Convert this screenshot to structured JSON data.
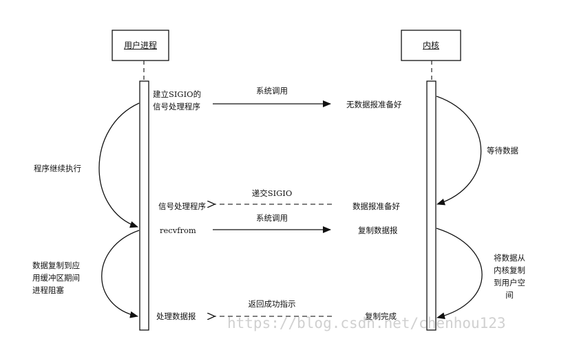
{
  "actors": {
    "user": {
      "title": "用户进程"
    },
    "kernel": {
      "title": "内核"
    }
  },
  "labels": {
    "user_setup": "建立SIGIO的",
    "user_setup_2": "信号处理程序",
    "msg1": "系统调用",
    "kernel_no_data": "无数据报准备好",
    "kernel_wait": "等待数据",
    "user_continue": "程序继续执行",
    "msg2": "递交SIGIO",
    "user_handler": "信号处理程序",
    "kernel_ready": "数据报准备好",
    "msg3": "系统调用",
    "user_recvfrom": "recvfrom",
    "kernel_copy": "复制数据报",
    "user_block_1": "数据复制到应",
    "user_block_2": "用缓冲区期间",
    "user_block_3": "进程阻塞",
    "kernel_copy_1": "将数据从",
    "kernel_copy_2": "内核复制",
    "kernel_copy_3": "到用户空",
    "kernel_copy_4": "间",
    "msg4": "返回成功指示",
    "user_process": "处理数据报",
    "kernel_done": "复制完成"
  },
  "watermark": "https://blog.csdn.net/chenhou123",
  "colors": {
    "line": "#111111",
    "dash": "#333333"
  }
}
